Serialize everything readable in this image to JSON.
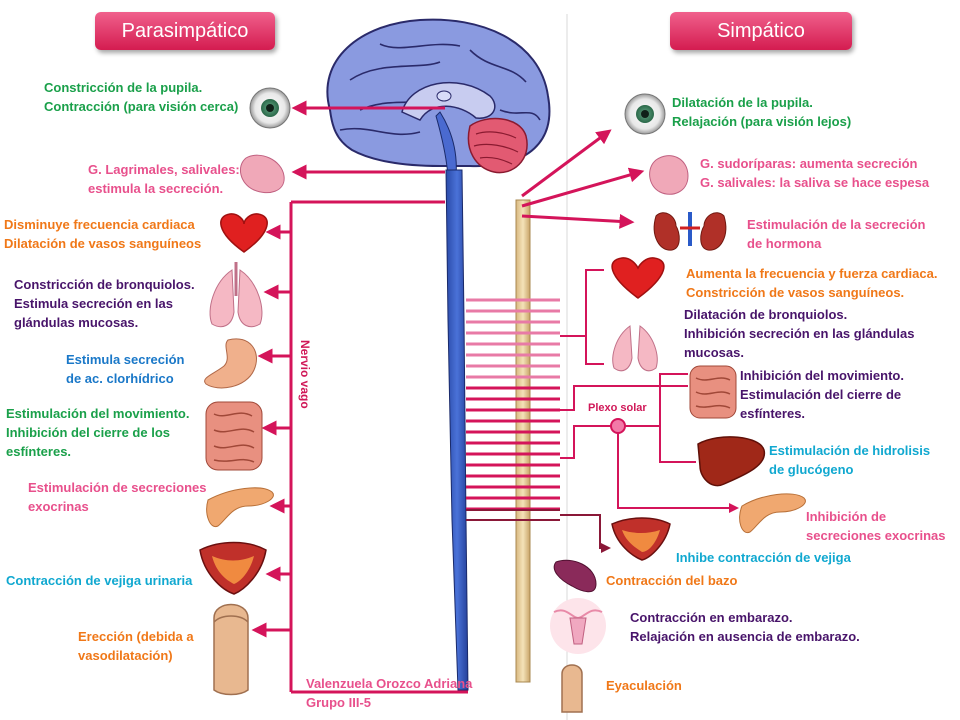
{
  "headers": {
    "parasympathetic": "Parasimpático",
    "sympathetic": "Simpático"
  },
  "colors": {
    "accent": "#d4145a",
    "green": "#1aa04a",
    "pink": "#e8508c",
    "orange": "#f07818",
    "purple": "#48146a",
    "blue": "#1a78c8",
    "cyan": "#10a8d0",
    "darkred": "#8a1838"
  },
  "nerve_label": "Nervio vago",
  "plexus_label": "Plexo solar",
  "left_labels": {
    "eye": [
      "Constricción de la pupila.",
      "Contracción (para visión  cerca)"
    ],
    "glands": [
      "G. Lagrimales, salivales:",
      "estimula la secreción."
    ],
    "heart": [
      "Disminuye frecuencia cardiaca",
      "Dilatación de vasos sanguíneos"
    ],
    "lungs": [
      "Constricción de bronquiolos.",
      "Estimula secreción en las",
      "glándulas mucosas."
    ],
    "stomach": [
      "Estimula secreción",
      "de ac. clorhídrico"
    ],
    "intestine": [
      "Estimulación del movimiento.",
      "Inhibición del cierre de los",
      "esfínteres."
    ],
    "pancreas": [
      "Estimulación de secreciones",
      "exocrinas"
    ],
    "bladder": [
      "Contracción de vejiga urinaria"
    ],
    "penis": [
      "Erección (debida a",
      "vasodilatación)"
    ]
  },
  "right_labels": {
    "eye": [
      "Dilatación de la pupila.",
      "Relajación (para visión lejos)"
    ],
    "glands": [
      "G. sudoríparas: aumenta secreción",
      "G. salivales: la saliva se hace espesa"
    ],
    "kidney": [
      "Estimulación de la secreción",
      "de hormona"
    ],
    "heart": [
      "Aumenta la frecuencia y fuerza cardiaca.",
      "Constricción de vasos sanguíneos."
    ],
    "lungs": [
      "Dilatación de bronquiolos.",
      "Inhibición secreción en las glándulas",
      "mucosas."
    ],
    "intestine": [
      "Inhibición del movimiento.",
      "Estimulación del cierre de",
      "esfínteres."
    ],
    "liver": [
      "Estimulación de hidrolisis",
      "de glucógeno"
    ],
    "pancreas": [
      "Inhibición de",
      "secreciones exocrinas"
    ],
    "bladder": [
      "Inhibe contracción de vejiga"
    ],
    "spleen": [
      "Contracción del bazo"
    ],
    "uterus": [
      "Contracción en embarazo.",
      "Relajación en ausencia de embarazo."
    ],
    "penis": [
      "Eyaculación"
    ]
  },
  "credit": [
    "Valenzuela Orozco Adriana",
    "Grupo III-5"
  ]
}
